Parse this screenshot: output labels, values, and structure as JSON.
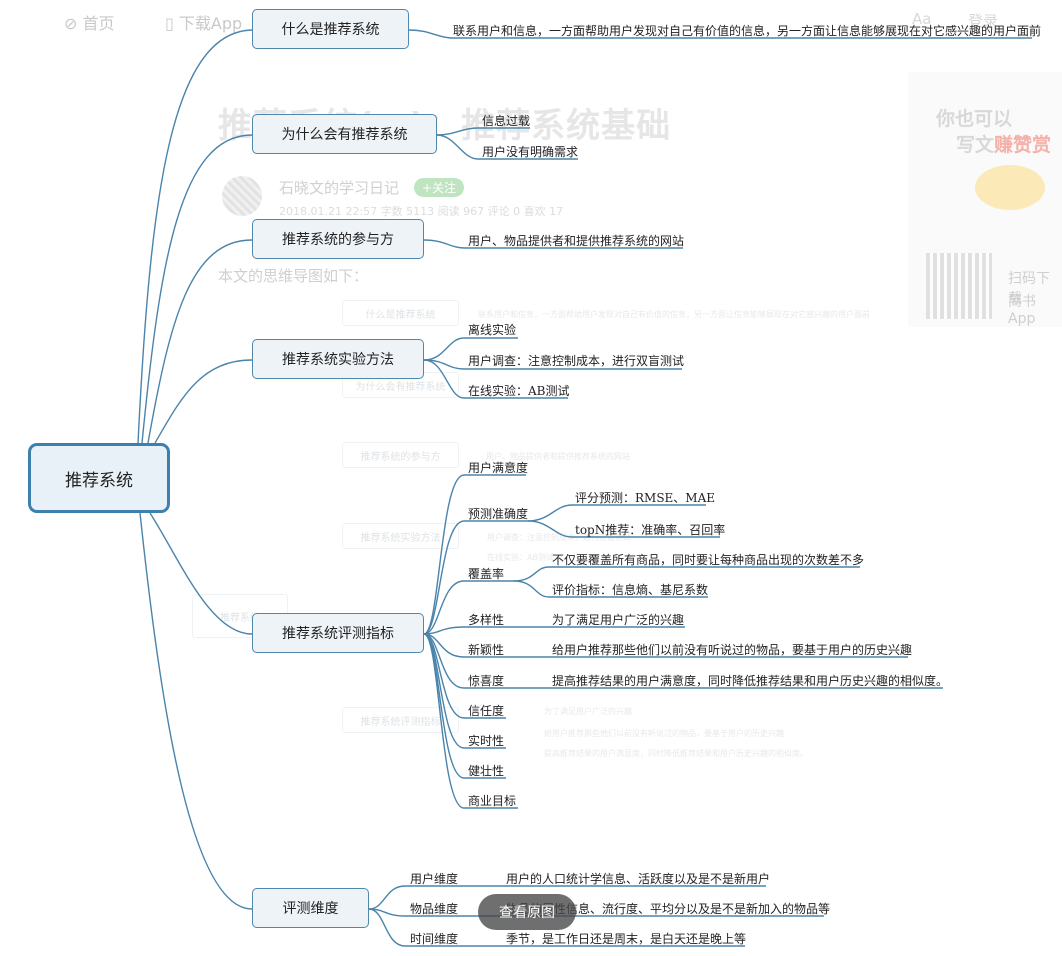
{
  "background": {
    "nav": {
      "home": "首页",
      "download": "下载App",
      "aa": "Aa",
      "login": "登录"
    },
    "article_title": "推荐系统(一)：推荐系统基础",
    "author": "石晓文的学习日记",
    "follow": "+关注",
    "meta": "2018.01.21 22:57   字数 5113   阅读 967   评论 0   喜欢 17",
    "intro": "本文的思维导图如下：",
    "ad": {
      "line1": "你也可以",
      "line2a": "写文",
      "line2b": "赚赞赏",
      "qr1": "扫码下载",
      "qr2": "简书 App"
    },
    "ghost": {
      "b1": "什么是推荐系统",
      "b2": "为什么会有推荐系统",
      "b3": "推荐系统的参与方",
      "b4": "推荐系统实验方法",
      "b5": "推荐系统评测指标",
      "root": "推荐系统",
      "t1": "联系用户和信息，一方面帮助用户发现对自己有价值的信息，另一方面让信息能够展现在对它感兴趣的用户面前",
      "t2": "用户、物品提供者和提供推荐系统的网站",
      "t3": "用户调查：注意控制成本，进行双盲测试",
      "t4": "在线实验：AB测试",
      "t5": "为了满足用户广泛的兴趣",
      "t6": "给用户推荐那些他们以前没有听说过的物品，要基于用户的历史兴趣",
      "t7": "提高推荐结果的用户满意度，同时降低推荐结果和用户历史兴趣的相似度。"
    }
  },
  "mindmap": {
    "root": "推荐系统",
    "branches": {
      "what": "什么是推荐系统",
      "why": "为什么会有推荐系统",
      "parties": "推荐系统的参与方",
      "methods": "推荐系统实验方法",
      "metrics": "推荐系统评测指标",
      "dims": "评测维度"
    },
    "what_items": [
      "联系用户和信息，一方面帮助用户发现对自己有价值的信息，另一方面让信息能够展现在对它感兴趣的用户面前"
    ],
    "why_items": [
      "信息过载",
      "用户没有明确需求"
    ],
    "parties_items": [
      "用户、物品提供者和提供推荐系统的网站"
    ],
    "methods_items": [
      "离线实验",
      "用户调查：注意控制成本，进行双盲测试",
      "在线实验：AB测试"
    ],
    "metrics_items": {
      "satisfaction": "用户满意度",
      "accuracy": "预测准确度",
      "accuracy_sub": [
        "评分预测：RMSE、MAE",
        "topN推荐：准确率、召回率"
      ],
      "coverage": "覆盖率",
      "coverage_sub": [
        "不仅要覆盖所有商品，同时要让每种商品出现的次数差不多",
        "评价指标：信息熵、基尼系数"
      ],
      "diversity": "多样性",
      "diversity_desc": "为了满足用户广泛的兴趣",
      "novelty": "新颖性",
      "novelty_desc": "给用户推荐那些他们以前没有听说过的物品，要基于用户的历史兴趣",
      "serendipity": "惊喜度",
      "serendipity_desc": "提高推荐结果的用户满意度，同时降低推荐结果和用户历史兴趣的相似度。",
      "trust": "信任度",
      "realtime": "实时性",
      "robustness": "健壮性",
      "business": "商业目标"
    },
    "dims_items": {
      "user": "用户维度",
      "user_desc": "用户的人口统计学信息、活跃度以及是不是新用户",
      "item": "物品维度",
      "item_desc": "物品的属性信息、流行度、平均分以及是不是新加入的物品等",
      "time": "时间维度",
      "time_desc": "季节，是工作日还是周末，是白天还是晚上等"
    }
  },
  "view_original": "查看原图"
}
